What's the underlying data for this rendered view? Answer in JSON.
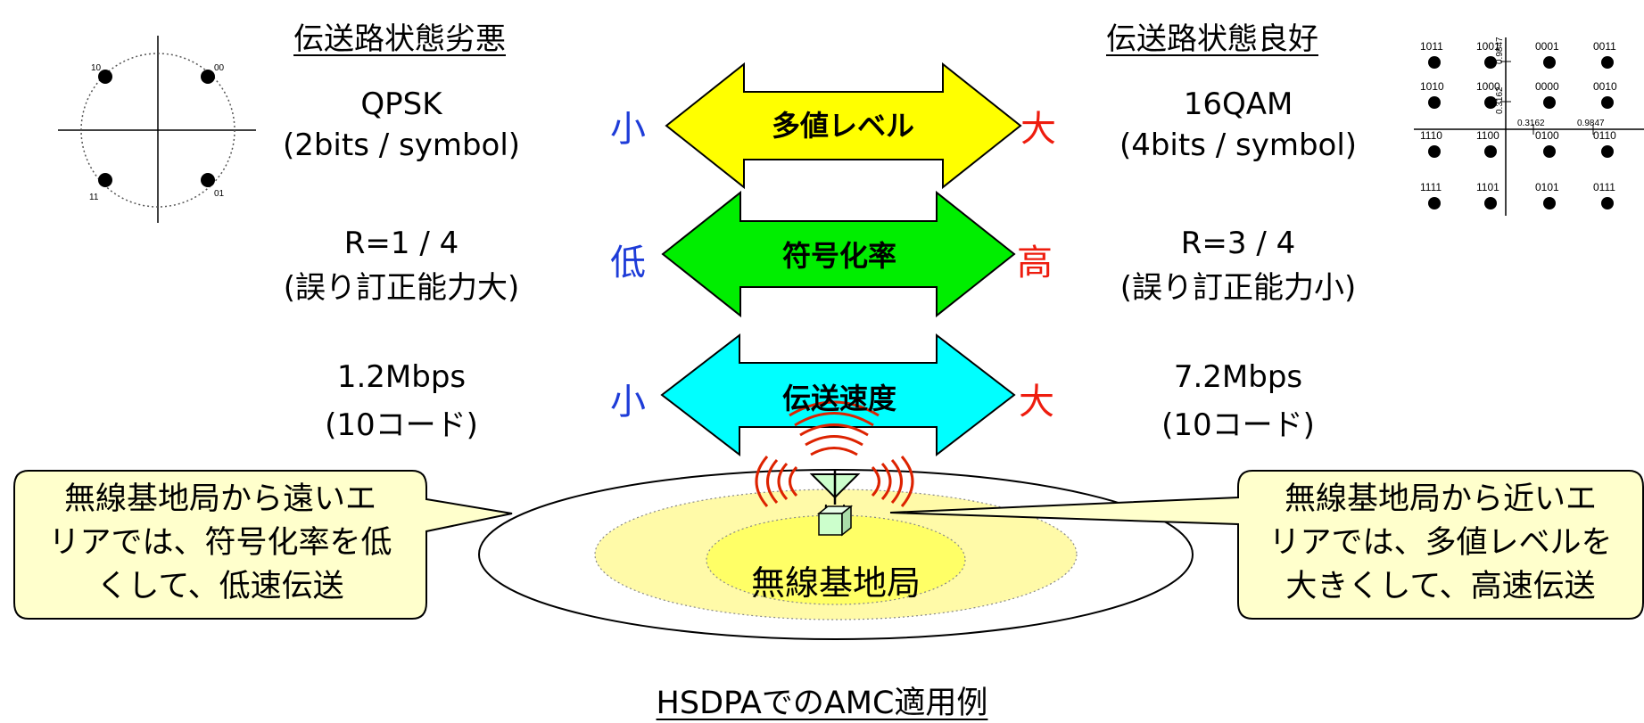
{
  "left": {
    "header": "伝送路状態劣悪",
    "modulation": "QPSK",
    "modulation_sub": "(2bits / symbol)",
    "rate": "R=1 / 4",
    "rate_sub": "(誤り訂正能力大)",
    "speed": "1.2Mbps",
    "speed_sub": "(10コード)",
    "constellation": [
      {
        "label": "10"
      },
      {
        "label": "00"
      },
      {
        "label": "11"
      },
      {
        "label": "01"
      }
    ]
  },
  "right": {
    "header": "伝送路状態良好",
    "modulation": "16QAM",
    "modulation_sub": "(4bits / symbol)",
    "rate": "R=3 / 4",
    "rate_sub": "(誤り訂正能力小)",
    "speed": "7.2Mbps",
    "speed_sub": "(10コード)",
    "constellation_labels": [
      [
        "1011",
        "1001",
        "0001",
        "0011"
      ],
      [
        "1010",
        "1000",
        "0000",
        "0010"
      ],
      [
        "1110",
        "1100",
        "0100",
        "0110"
      ],
      [
        "1111",
        "1101",
        "0101",
        "0111"
      ]
    ],
    "axis_values": {
      "x1": "0.3162",
      "x2": "0.9847",
      "y1": "0.3162",
      "y2": "0.9847"
    }
  },
  "arrows": [
    {
      "label": "多値レベル",
      "left": "小",
      "right": "大",
      "color": "#ffff00"
    },
    {
      "label": "符号化率",
      "left": "低",
      "right": "高",
      "color": "#00ee00"
    },
    {
      "label": "伝送速度",
      "left": "小",
      "right": "大",
      "color": "#00ffff"
    }
  ],
  "base_station": "無線基地局",
  "bubble_left": [
    "無線基地局から遠いエ",
    "リアでは、符号化率を低",
    "くして、低速伝送"
  ],
  "bubble_right": [
    "無線基地局から近いエ",
    "リアでは、多値レベルを",
    "大きくして、高速伝送"
  ],
  "title": "HSDPAでのAMC適用例",
  "colors": {
    "blue_text": "#1e3cd8",
    "red_text": "#ee1c0e",
    "bubble_fill": "#ffffcc",
    "zone_outer": "#fffaa8",
    "zone_inner": "#ffff66",
    "signal": "#dd2200"
  }
}
